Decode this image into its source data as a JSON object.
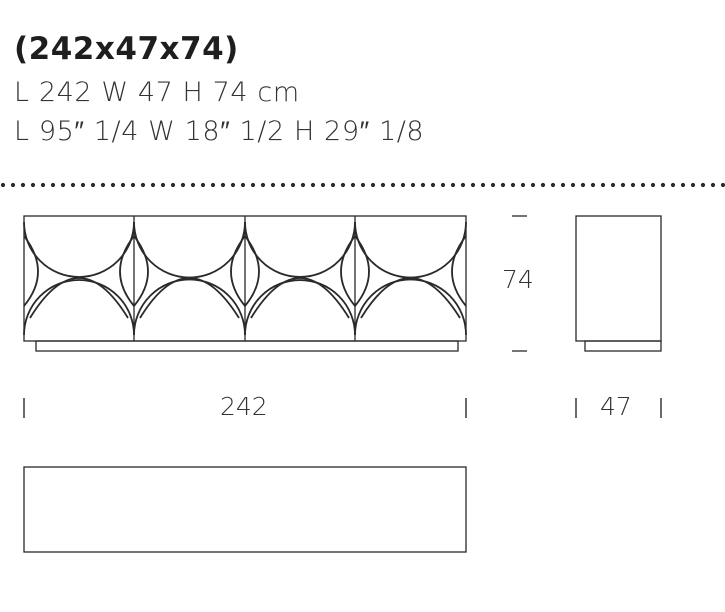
{
  "product": {
    "title": "(242x47x74)",
    "dimensions_cm": "L 242 W 47 H 74 cm",
    "dimensions_in": "L 95″ 1/4 W 18″ 1/2 H 29″ 1/8"
  },
  "labels": {
    "height": "74",
    "length": "242",
    "depth": "47"
  },
  "colors": {
    "line": "#2a2a2a",
    "dots": "#2a2a2a",
    "background": "#ffffff"
  },
  "drawing": {
    "views": [
      "front-view",
      "side-view",
      "top-view"
    ],
    "front_doors": 4
  }
}
